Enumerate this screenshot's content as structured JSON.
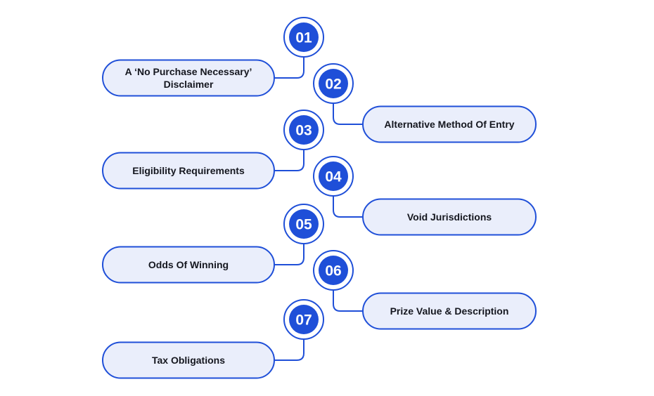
{
  "colors": {
    "accent": "#1f4fd8",
    "pill_fill": "#eaeefb",
    "pill_text": "#15171f",
    "number_text": "#ffffff"
  },
  "steps": [
    {
      "number": "01",
      "label_lines": [
        "A ‘No Purchase Necessary’",
        "Disclaimer"
      ]
    },
    {
      "number": "02",
      "label_lines": [
        "Alternative Method Of Entry"
      ]
    },
    {
      "number": "03",
      "label_lines": [
        "Eligibility Requirements"
      ]
    },
    {
      "number": "04",
      "label_lines": [
        "Void Jurisdictions"
      ]
    },
    {
      "number": "05",
      "label_lines": [
        "Odds Of Winning"
      ]
    },
    {
      "number": "06",
      "label_lines": [
        "Prize Value & Description"
      ]
    },
    {
      "number": "07",
      "label_lines": [
        "Tax Obligations"
      ]
    }
  ]
}
